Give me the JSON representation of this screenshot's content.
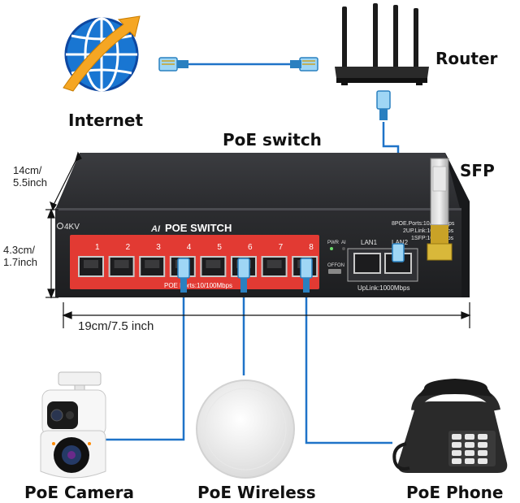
{
  "labels": {
    "internet": "Internet",
    "router": "Router",
    "poe_switch": "PoE switch",
    "sfp": "SFP",
    "poe_camera": "PoE Camera",
    "poe_wireless": "PoE Wireless",
    "poe_phone": "PoE Phone"
  },
  "dimensions": {
    "depth_line1": "14cm/",
    "depth_line2": "5.5inch",
    "height_line1": "4.3cm/",
    "height_line2": "1.7inch",
    "width": "19cm/7.5 inch"
  },
  "switch_panel": {
    "surge": "4KV",
    "brand_prefix": "AI",
    "title": "POE SWITCH",
    "ports": [
      "1",
      "2",
      "3",
      "4",
      "5",
      "6",
      "7",
      "8"
    ],
    "poe_speed": "POE Ports:10/100Mbps",
    "pwr": "PWR",
    "ai": "AI",
    "off": "OFF",
    "on": "ON",
    "lan1": "LAN1",
    "lan2": "LAN2",
    "spec1": "8POE.Ports:10/100Mbps",
    "spec2": "2UP.Link:1000Mbps",
    "spec3": "1SFP:1000Mbps",
    "uplink": "UpLink:1000Mbps"
  },
  "colors": {
    "cable": "#1f73c8",
    "switch_body": "#2b2b2e",
    "poe_panel": "#e23a33",
    "globe": "#1976d2",
    "arrow": "#f5a623"
  },
  "icons": [
    "globe-icon",
    "router-icon",
    "camera-icon",
    "access-point-icon",
    "phone-icon",
    "sfp-module-icon"
  ]
}
